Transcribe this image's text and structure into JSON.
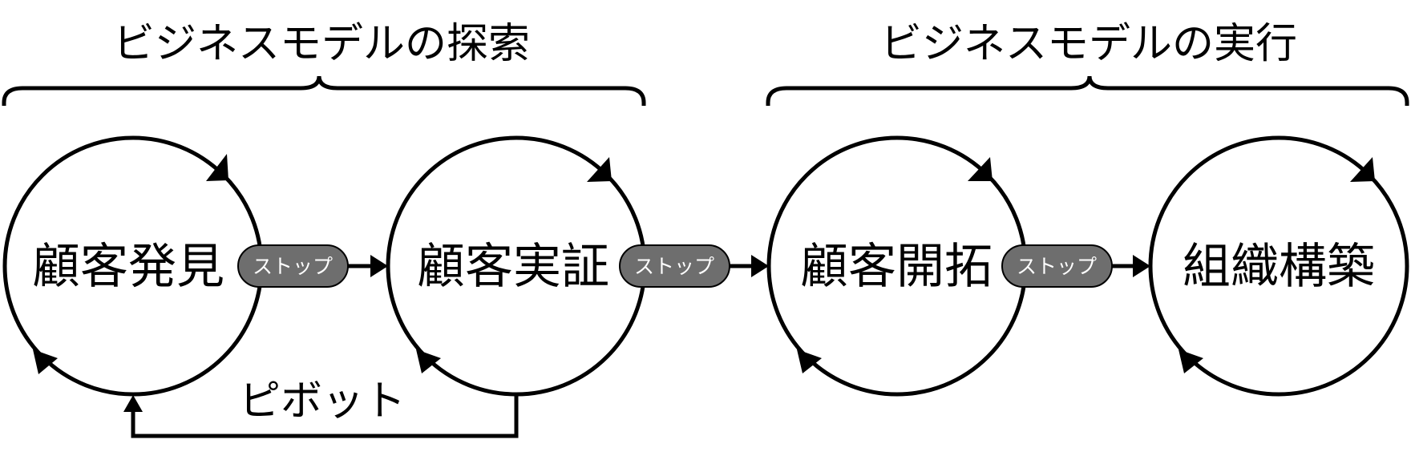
{
  "titles": {
    "explore": "ビジネスモデルの探索",
    "execute": "ビジネスモデルの実行"
  },
  "phases": [
    {
      "label": "顧客発見"
    },
    {
      "label": "顧客実証"
    },
    {
      "label": "顧客開拓"
    },
    {
      "label": "組織構築"
    }
  ],
  "stop_label": "ストップ",
  "pivot_label": "ピボット",
  "colors": {
    "stroke": "#000000",
    "pill_fill": "#6e6e6e",
    "pill_text": "#ffffff",
    "background": "#ffffff"
  }
}
